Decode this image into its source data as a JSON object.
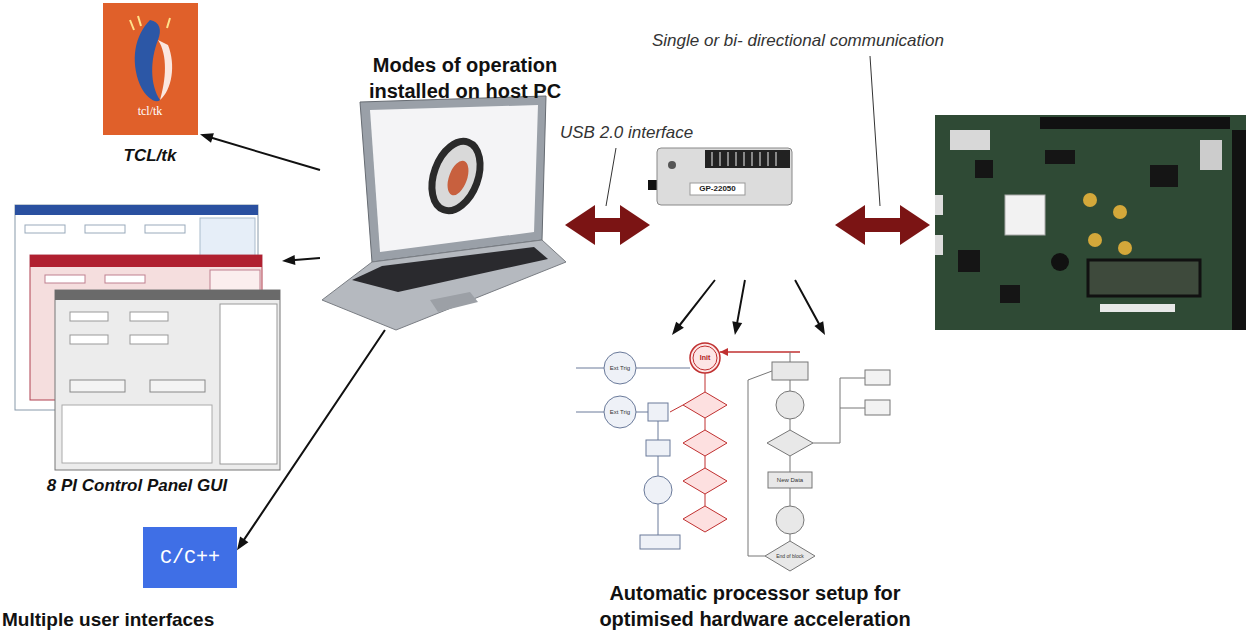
{
  "diagram": {
    "nodes": [
      {
        "text": [
          "TCL/tk"
        ]
      },
      {
        "text": [
          "8 PI Control Panel GUI"
        ]
      },
      {
        "text": [
          "C/C++"
        ]
      },
      {
        "text": [
          "Modes of operation installed on host PC"
        ]
      },
      {
        "text": [
          "GP-22050"
        ]
      },
      {
        "text": [
          "Automatic processor setup for optimised hardware acceleration"
        ]
      }
    ],
    "edges": [
      {
        "from": 3,
        "to": 0,
        "arrow": "to"
      },
      {
        "from": 3,
        "to": 1,
        "arrow": "to"
      },
      {
        "from": 3,
        "to": 2,
        "arrow": "to"
      },
      {
        "from": 3,
        "to": 4,
        "arrow": "both"
      },
      {
        "from": 4,
        "to": 5,
        "arrow": "to"
      },
      {
        "from": 4,
        "to": 5,
        "arrow": "to"
      },
      {
        "from": 4,
        "to": 5,
        "arrow": "to"
      }
    ],
    "labels": [
      "USB 2.0 interface",
      "Single or bi- directional communication",
      "Multiple user interfaces",
      "tcl/tk",
      "Ext Trig",
      "Ext Trig",
      "Init",
      "New Data",
      "End of block"
    ]
  }
}
